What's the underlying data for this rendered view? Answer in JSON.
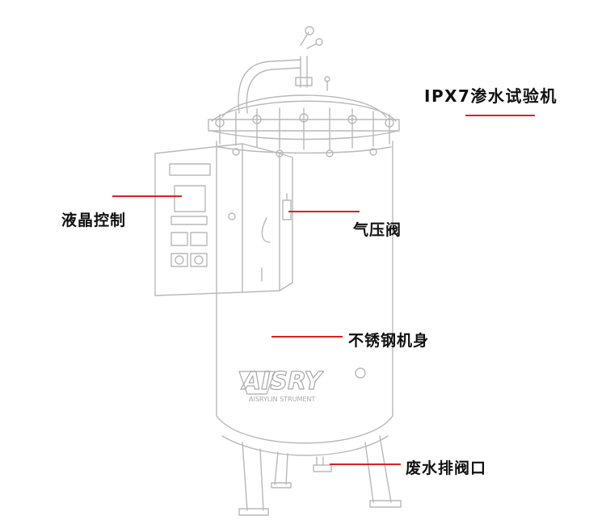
{
  "title": "IPX7渗水试验机",
  "callouts": {
    "lcd_control": "液晶控制",
    "pressure_valve": "气压阀",
    "stainless_body": "不锈钢机身",
    "drain_valve": "废水排阀口"
  },
  "brand": {
    "logo_text": "AISRY",
    "tagline": "AISRYLIN STRUMENT"
  },
  "colors": {
    "leader_line": "#e02020",
    "sketch_line": "#b8b8b8",
    "text": "#111111"
  }
}
